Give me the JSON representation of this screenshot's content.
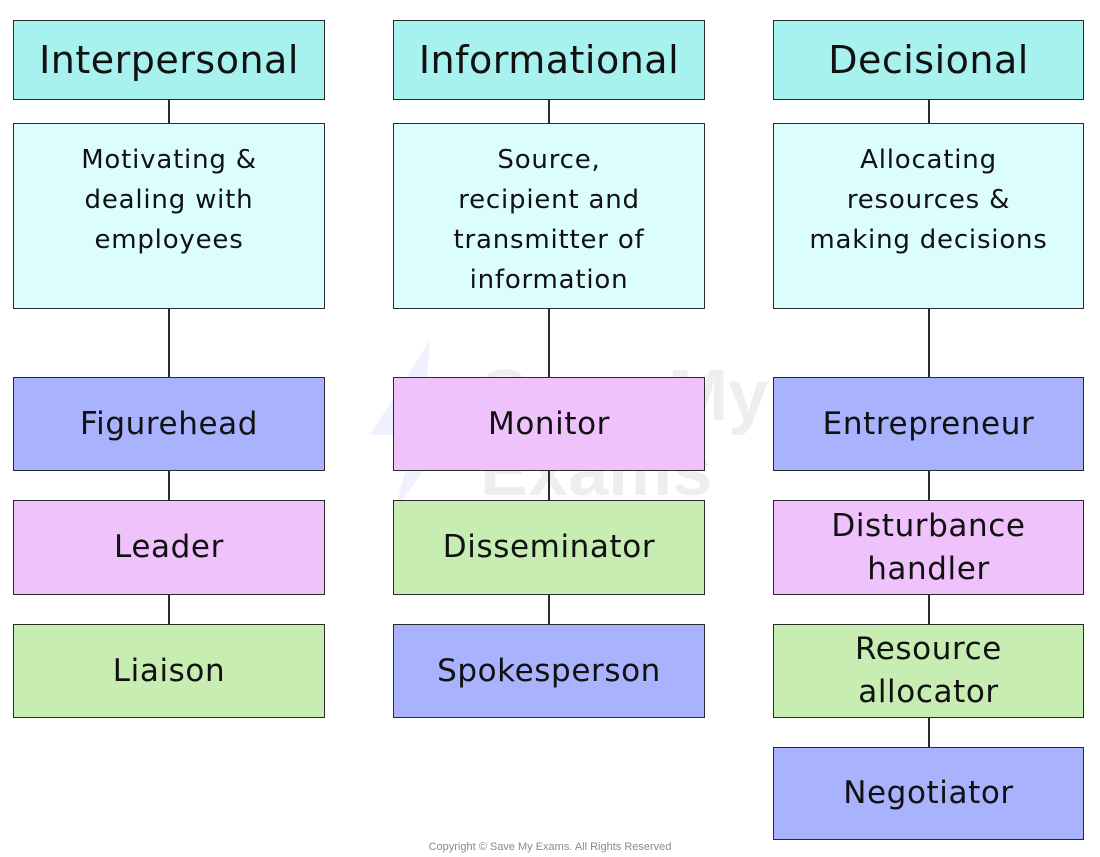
{
  "columns": [
    {
      "header": "Interpersonal",
      "description": [
        "Motivating &",
        "dealing with",
        "employees"
      ],
      "roles": [
        {
          "label": [
            "Figurehead"
          ],
          "color": "#a8b2fd"
        },
        {
          "label": [
            "Leader"
          ],
          "color": "#f0c2fc"
        },
        {
          "label": [
            "Liaison"
          ],
          "color": "#c7edb2"
        }
      ]
    },
    {
      "header": "Informational",
      "description": [
        "Source,",
        "recipient and",
        "transmitter of",
        "information"
      ],
      "roles": [
        {
          "label": [
            "Monitor"
          ],
          "color": "#f0c2fc"
        },
        {
          "label": [
            "Disseminator"
          ],
          "color": "#c7edb2"
        },
        {
          "label": [
            "Spokesperson"
          ],
          "color": "#a8b2fd"
        }
      ]
    },
    {
      "header": "Decisional",
      "description": [
        "Allocating",
        "resources &",
        "making decisions"
      ],
      "roles": [
        {
          "label": [
            "Entrepreneur"
          ],
          "color": "#a8b2fd"
        },
        {
          "label": [
            "Disturbance",
            "handler"
          ],
          "color": "#f0c2fc"
        },
        {
          "label": [
            "Resource",
            "allocator"
          ],
          "color": "#c7edb2"
        },
        {
          "label": [
            "Negotiator"
          ],
          "color": "#a8b2fd"
        }
      ]
    }
  ],
  "watermark": "Save My Exams",
  "copyright": "Copyright © Save My Exams. All Rights Reserved"
}
